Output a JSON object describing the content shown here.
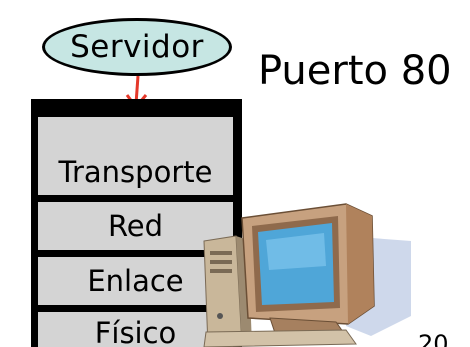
{
  "bubble": {
    "label": "Servidor"
  },
  "port_label": "Puerto 80",
  "stack": {
    "layers": [
      {
        "label": "Transporte"
      },
      {
        "label": "Red"
      },
      {
        "label": "Enlace"
      },
      {
        "label": "Físico"
      }
    ]
  },
  "page_number": "20",
  "colors": {
    "bubble_fill": "#c6e6e3",
    "arrow": "#e5382a",
    "port_bar": "#f2f21e",
    "layer_fill": "#d4d4d4",
    "stack_frame": "#000000"
  },
  "icons": {
    "computer": "desktop-computer-icon"
  }
}
